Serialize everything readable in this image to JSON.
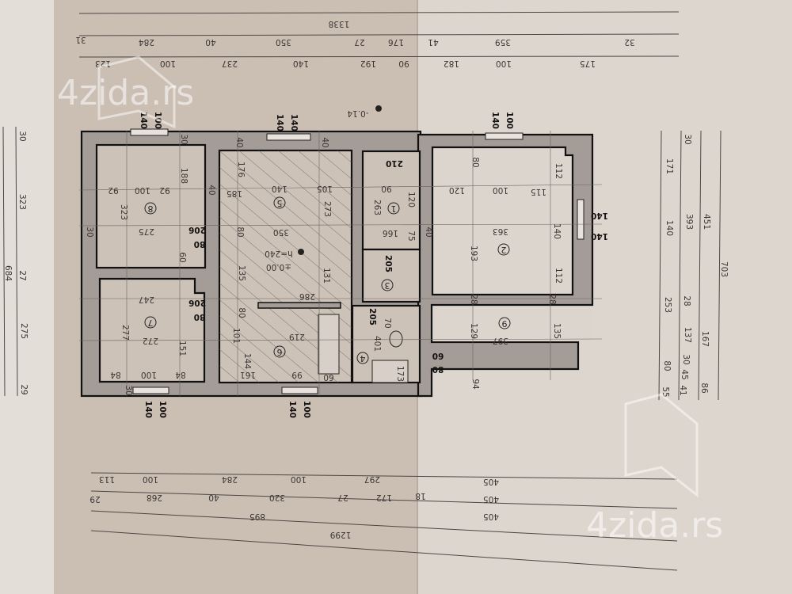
{
  "colors": {
    "paper_left": "#cbbfb4",
    "paper_right": "#ddd6cf",
    "wall_fill": "#a49c96",
    "wall_outline": "#111111",
    "watermark": "#ffffff"
  },
  "watermark": {
    "brand": "4zida",
    "tld": ".rs"
  },
  "elevations": {
    "floor": "±0.00",
    "height": "h=240",
    "outside": "-0.14"
  },
  "dimensions": {
    "top": {
      "overall": "1338",
      "row2": [
        "31",
        "284",
        "40",
        "350",
        "27",
        "176",
        "41",
        "359",
        "32"
      ],
      "row3": [
        "123",
        "100",
        "237",
        "140",
        "192",
        "90",
        "182",
        "100",
        "175"
      ]
    },
    "bottom": {
      "row1": [
        "113",
        "100",
        "284",
        "100",
        "297",
        "405"
      ],
      "row2": [
        "29",
        "268",
        "40",
        "320",
        "27",
        "172",
        "18",
        "405"
      ],
      "row3": [
        "895",
        "405"
      ],
      "overall": "1299"
    },
    "right": {
      "col1": [
        "171",
        "140",
        "253",
        "80",
        "55"
      ],
      "col2": [
        "30",
        "393",
        "28",
        "137",
        "30",
        "45",
        "41"
      ],
      "col3": [
        "451",
        "167",
        "86"
      ],
      "overall": "703"
    },
    "left": {
      "col1": [
        "30",
        "323",
        "27",
        "275",
        "29"
      ],
      "overall": "684"
    }
  },
  "windows": [
    {
      "width": "140",
      "height": "100"
    },
    {
      "width": "140",
      "height": "140"
    },
    {
      "width": "140",
      "height": "100"
    },
    {
      "width": "140",
      "height": "100"
    },
    {
      "width": "140",
      "height": "100"
    },
    {
      "width": "140",
      "height": "140"
    }
  ],
  "doors": [
    "206",
    "80",
    "206",
    "80",
    "210",
    "205",
    "205",
    "60",
    "80"
  ],
  "rooms": [
    "8",
    "5",
    "1",
    "3",
    "2",
    "9",
    "6",
    "7",
    "4"
  ],
  "room_dims": [
    "92",
    "100",
    "92",
    "188",
    "323",
    "275",
    "60",
    "247",
    "272",
    "277",
    "151",
    "100",
    "84",
    "84",
    "140",
    "105",
    "273",
    "176",
    "185",
    "350",
    "80",
    "135",
    "131",
    "286",
    "101",
    "144",
    "219",
    "161",
    "99",
    "80",
    "60",
    "263",
    "166",
    "90",
    "120",
    "75",
    "70",
    "401",
    "173",
    "120",
    "100",
    "115",
    "112",
    "363",
    "140",
    "193",
    "112",
    "397",
    "129",
    "135",
    "94",
    "80",
    "40",
    "40",
    "40",
    "40",
    "30",
    "30",
    "30",
    "28",
    "28"
  ]
}
